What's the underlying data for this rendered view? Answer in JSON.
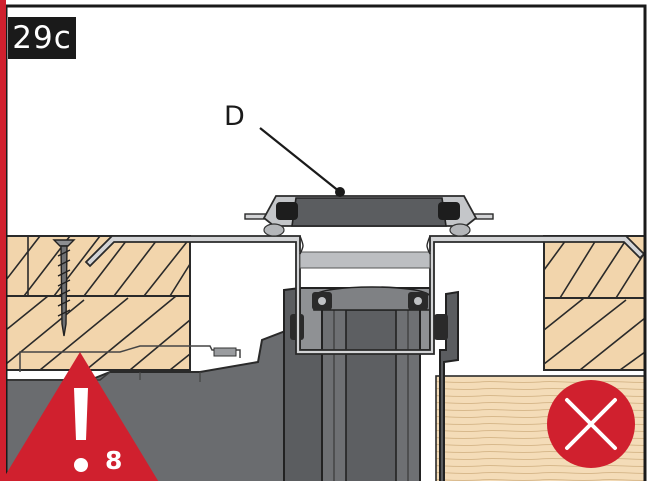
{
  "step": {
    "label": "29c"
  },
  "callout": {
    "label": "D"
  },
  "warning": {
    "number": "8"
  },
  "colors": {
    "accent_red": "#d0202e",
    "wood": "#f2d5ac",
    "wood_line": "#2a2a2a",
    "plastic_dark": "#5b5d60",
    "plastic_mid": "#8c8e91",
    "metal_light": "#d3d4d6",
    "badge_bg": "#1a1a1a"
  },
  "icons": {
    "warning": "warning-triangle-icon",
    "error": "x-circle-icon"
  }
}
